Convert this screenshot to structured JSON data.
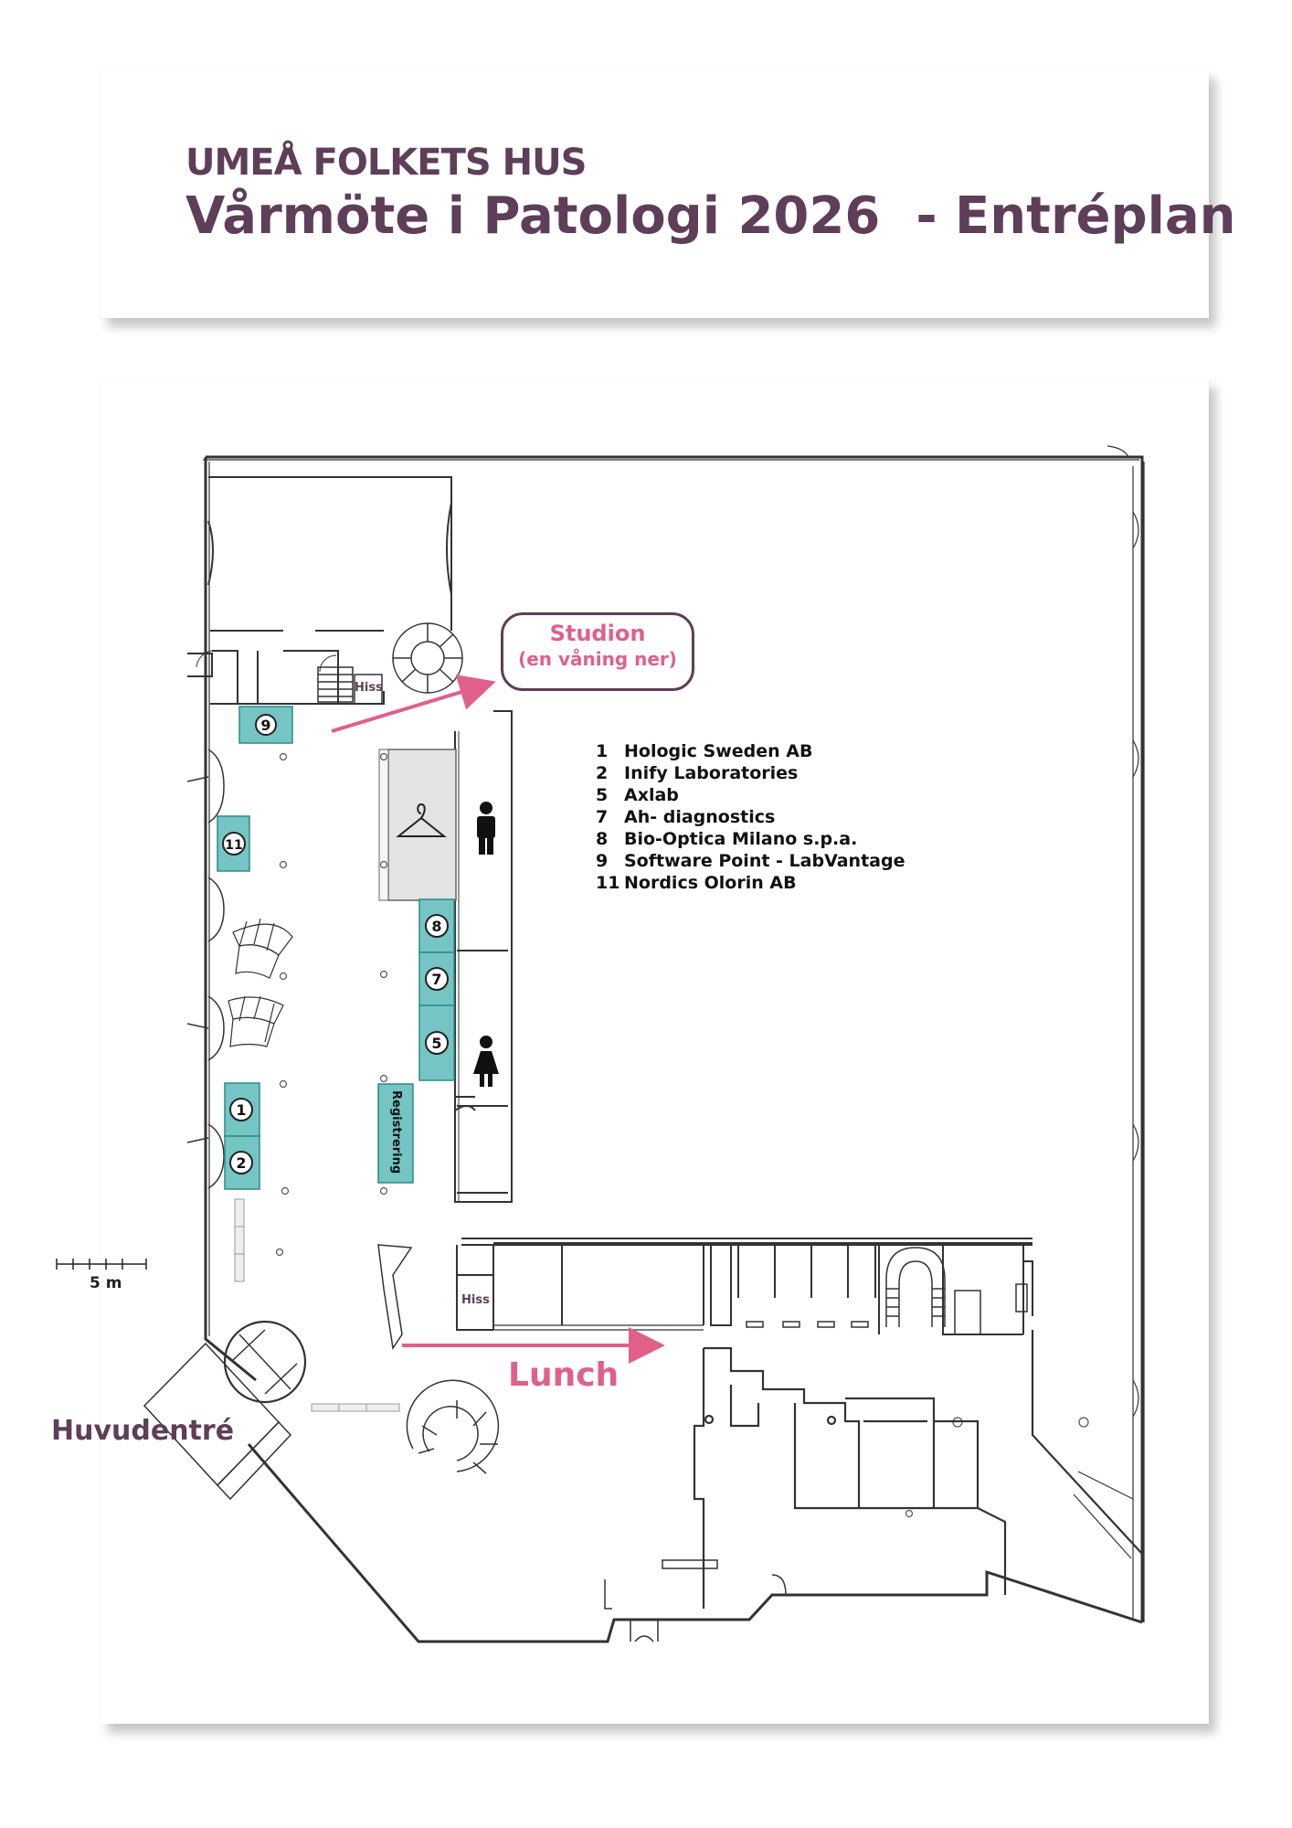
{
  "header": {
    "venue": "UMEÅ FOLKETS HUS",
    "title": "Vårmöte i Patologi 2026  - Entréplan"
  },
  "map": {
    "studion": {
      "title": "Studion",
      "subtitle": "(en våning ner)"
    },
    "lunch_label": "Lunch",
    "entrance_label": "Huvudentré",
    "registration_label": "Registrering",
    "elevator_label": "Hiss",
    "scale_label": "5 m",
    "booths": [
      "9",
      "11",
      "8",
      "7",
      "5",
      "1",
      "2"
    ],
    "legend": [
      {
        "number": "1",
        "name": "Hologic Sweden AB"
      },
      {
        "number": "2",
        "name": "Inify Laboratories"
      },
      {
        "number": "5",
        "name": "Axlab"
      },
      {
        "number": "7",
        "name": "Ah- diagnostics"
      },
      {
        "number": "8",
        "name": "Bio-Optica Milano s.p.a."
      },
      {
        "number": "9",
        "name": "Software Point - LabVantage"
      },
      {
        "number": "11",
        "name": "Nordics Olorin AB"
      }
    ],
    "icons": [
      "coat-hanger-icon",
      "male-restroom-icon",
      "female-restroom-icon"
    ]
  },
  "colors": {
    "brand_purple": "#5e3e58",
    "accent_pink": "#e0608a",
    "booth_teal": "#74c5c4"
  }
}
